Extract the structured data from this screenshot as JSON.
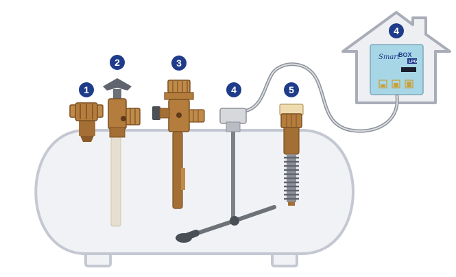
{
  "colors": {
    "badge": "#1f3c8a",
    "brass": "#b07a3a",
    "brass_dark": "#7a4f22",
    "tank_fill": "#f1f2f6",
    "tank_stroke": "#c4c8d2",
    "house_fill": "#eeeff3",
    "house_stroke": "#a9adb8",
    "panel": "#a7d6e6",
    "cable": "#8d9199",
    "steel": "#7d8188",
    "dip_tube": "#e6dfd0"
  },
  "badges": [
    {
      "num": "1",
      "label": "1"
    },
    {
      "num": "2",
      "label": "2"
    },
    {
      "num": "3",
      "label": "3"
    },
    {
      "num": "4",
      "label": "4"
    },
    {
      "num": "5",
      "label": "5"
    },
    {
      "num": "4",
      "label": "4"
    }
  ],
  "device": {
    "brand_script": "Smart",
    "brand_box": "BOX",
    "brand_sub": "LPG"
  }
}
